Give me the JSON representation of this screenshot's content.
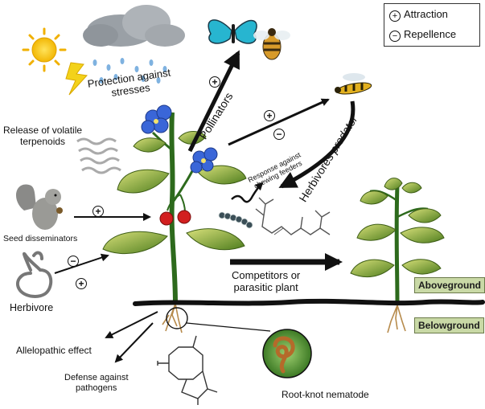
{
  "legend": {
    "attraction_symbol": "+",
    "attraction": "Attraction",
    "repellence_symbol": "−",
    "repellence": "Repellence"
  },
  "labels": {
    "protection_line1": "Protection against",
    "protection_line2": "stresses",
    "release_line1": "Release of volatile",
    "release_line2": "terpenoids",
    "seed_disseminators": "Seed disseminators",
    "herbivore": "Herbivore",
    "pollinators": "Pollinators",
    "response_line1": "Response against",
    "response_line2": "chewing feeders",
    "herbivores_predator_a": "Herbivores ",
    "herbivores_predator_b": "predator",
    "competitors_line1": "Competitors or",
    "competitors_line2": "parasitic plant",
    "aboveground": "Aboveground",
    "belowground": "Belowground",
    "allelopathic": "Allelopathic effect",
    "defense_line1": "Defense against",
    "defense_line2": "pathogens",
    "nematode": "Root-knot nematode"
  },
  "signs": {
    "plus": "+",
    "minus": "−"
  },
  "colors": {
    "soil_line": "#111111",
    "leaf_green": "#6e9b2c",
    "flower_blue": "#3a66d8",
    "tag_green": "#c9d9a6"
  }
}
